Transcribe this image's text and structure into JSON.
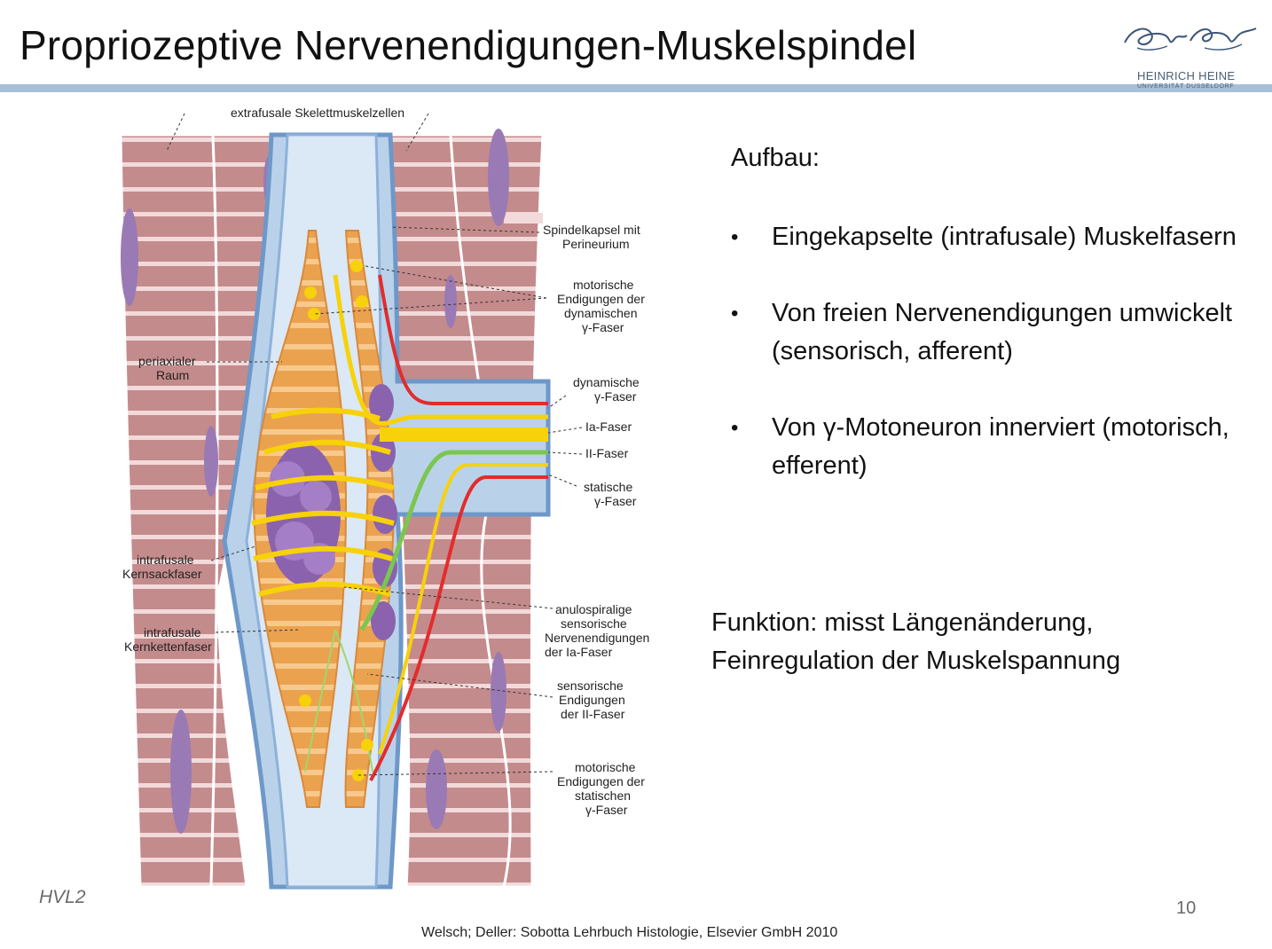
{
  "slide": {
    "title": "Propriozeptive Nervenendigungen-Muskelspindel",
    "logo": {
      "line1": "HEINRICH HEINE",
      "line2": "UNIVERSITÄT DÜSSELDORF"
    },
    "footer_left": "HVL2",
    "page_number": "10",
    "citation": "Welsch; Deller: Sobotta Lehrbuch Histologie, Elsevier GmbH 2010"
  },
  "content": {
    "heading": "Aufbau:",
    "bullets": [
      "Eingekapselte (intrafusale) Muskelfasern",
      "Von freien Nervenendigungen umwickelt (sensorisch, afferent)",
      "Von γ-Motoneuron innerviert (motorisch, efferent)"
    ],
    "function_lines": [
      "Funktion: misst Längenänderung,",
      "Feinregulation der Muskelspannung"
    ]
  },
  "figure": {
    "labels": {
      "extrafusal": "extrafusale Skelettmuskelzellen",
      "capsule_1": "Spindelkapsel mit",
      "capsule_2": "Perineurium",
      "motor_dyn_1": "motorische",
      "motor_dyn_2": "Endigungen der",
      "motor_dyn_3": "dynamischen",
      "motor_dyn_4": "γ-Faser",
      "periaxial_1": "periaxialer",
      "periaxial_2": "Raum",
      "dyn_gamma_1": "dynamische",
      "dyn_gamma_2": "γ-Faser",
      "ia": "Ia-Faser",
      "ii": "II-Faser",
      "static_gamma_1": "statische",
      "static_gamma_2": "γ-Faser",
      "nuclear_bag_1": "intrafusale",
      "nuclear_bag_2": "Kernsackfaser",
      "nuclear_chain_1": "intrafusale",
      "nuclear_chain_2": "Kernkettenfaser",
      "anulo_1": "anulospiralige",
      "anulo_2": "sensorische",
      "anulo_3": "Nervenendigungen",
      "anulo_4": "der Ia-Faser",
      "sens_ii_1": "sensorische",
      "sens_ii_2": "Endigungen",
      "sens_ii_3": "der II-Faser",
      "motor_stat_1": "motorische",
      "motor_stat_2": "Endigungen der",
      "motor_stat_3": "statischen",
      "motor_stat_4": "γ-Faser"
    }
  }
}
